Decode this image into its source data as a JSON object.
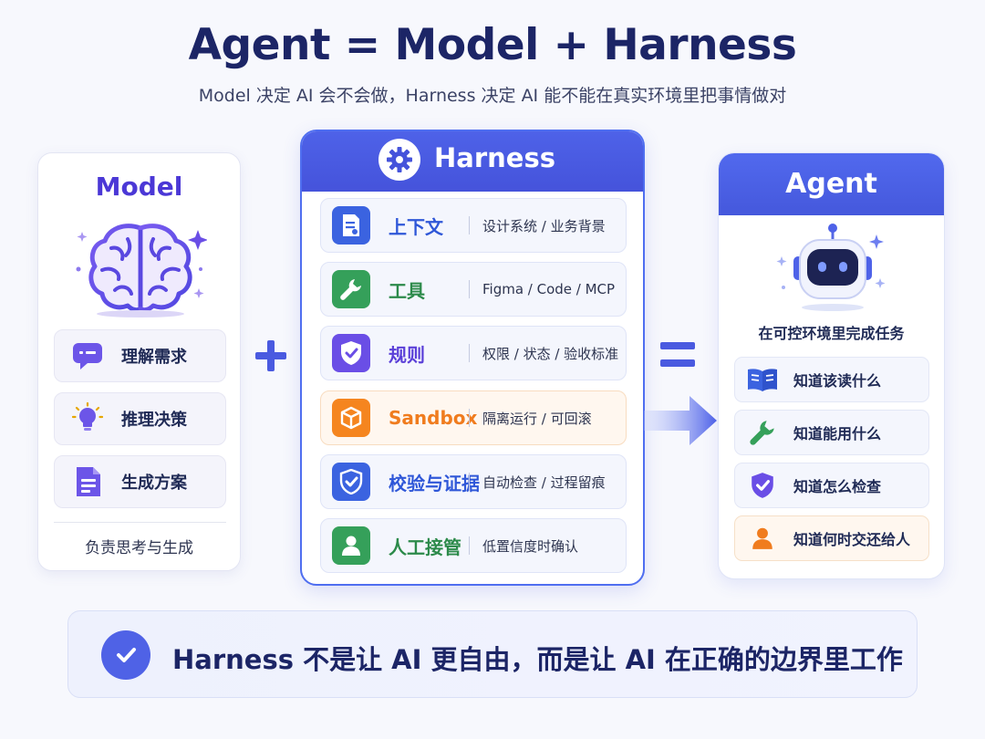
{
  "title": "Agent = Model + Harness",
  "subtitle": "Model 决定 AI 会不会做，Harness 决定 AI 能不能在真实环境里把事情做对",
  "model": {
    "title": "Model",
    "items": [
      {
        "label": "理解需求",
        "icon": "chat-bubble-icon"
      },
      {
        "label": "推理决策",
        "icon": "lightbulb-icon"
      },
      {
        "label": "生成方案",
        "icon": "document-icon"
      }
    ],
    "footer": "负责思考与生成"
  },
  "harness": {
    "title": "Harness",
    "rows": [
      {
        "label": "上下文",
        "desc": "设计系统 / 业务背景",
        "icon": "context-doc-icon",
        "color": "#2f57d8"
      },
      {
        "label": "工具",
        "desc": "Figma / Code / MCP",
        "icon": "wrench-icon",
        "color": "#2c8a4a"
      },
      {
        "label": "规则",
        "desc": "权限 / 状态 / 验收标准",
        "icon": "shield-check-icon",
        "color": "#5a3fd8"
      },
      {
        "label": "Sandbox",
        "desc": "隔离运行 / 可回滚",
        "icon": "box-icon",
        "color": "#f07c1e"
      },
      {
        "label": "校验与证据",
        "desc": "自动检查 / 过程留痕",
        "icon": "verify-shield-icon",
        "color": "#2f57d8"
      },
      {
        "label": "人工接管",
        "desc": "低置信度时确认",
        "icon": "person-icon",
        "color": "#2c8a4a"
      }
    ]
  },
  "agent": {
    "title": "Agent",
    "caption": "在可控环境里完成任务",
    "items": [
      {
        "label": "知道该读什么",
        "icon": "book-icon"
      },
      {
        "label": "知道能用什么",
        "icon": "wrench-icon"
      },
      {
        "label": "知道怎么检查",
        "icon": "shield-check-icon"
      },
      {
        "label": "知道何时交还给人",
        "icon": "person-icon"
      }
    ]
  },
  "banner": {
    "text": "Harness 不是让 AI 更自由，而是让 AI 在正确的边界里工作"
  }
}
